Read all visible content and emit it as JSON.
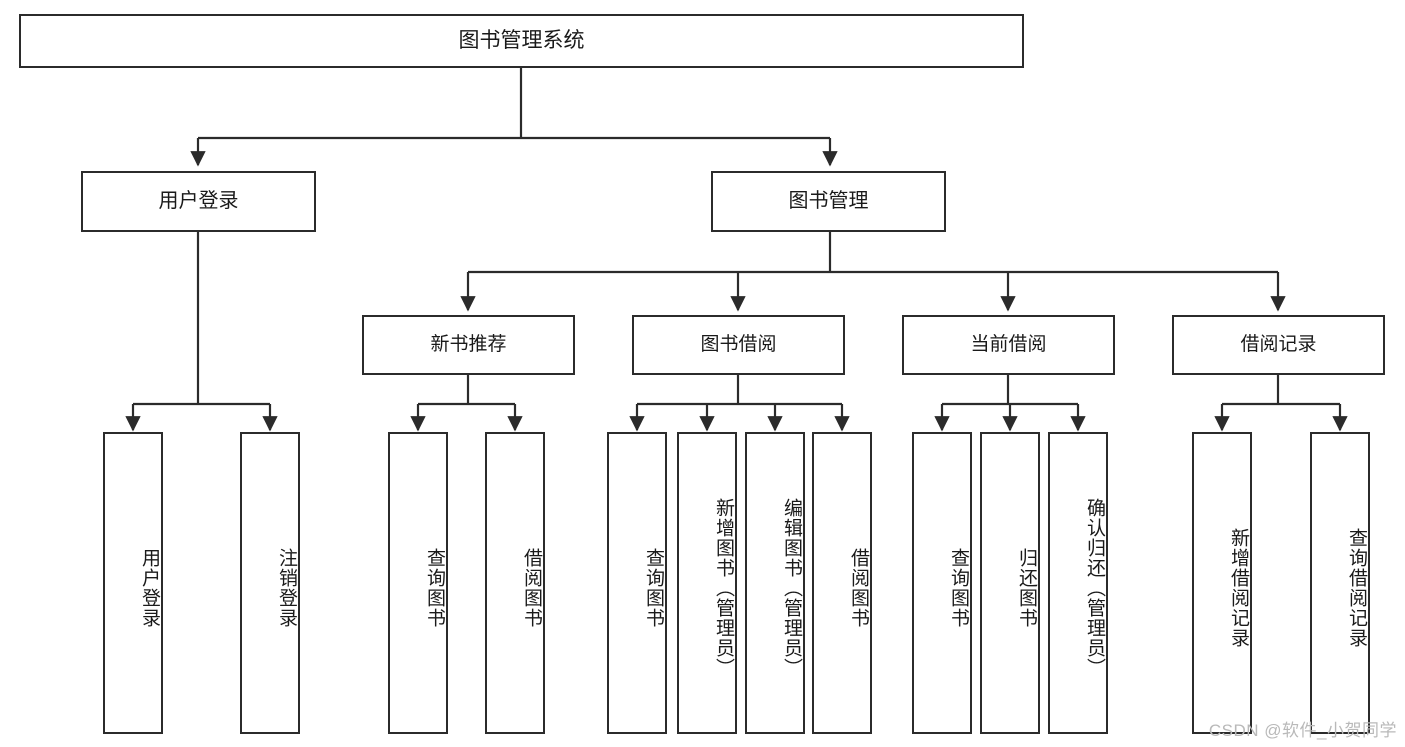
{
  "diagram": {
    "title": "图书管理系统",
    "type": "tree-hierarchy",
    "watermark": "CSDN @软件_小贺同学",
    "colors": {
      "stroke": "#2b2b2b",
      "fill": "#ffffff",
      "text": "#1a1a1a",
      "watermark": "#b9b9b9"
    },
    "root": {
      "label": "图书管理系统"
    },
    "level1": [
      {
        "label": "用户登录"
      },
      {
        "label": "图书管理"
      }
    ],
    "level2": [
      {
        "label": "新书推荐"
      },
      {
        "label": "图书借阅"
      },
      {
        "label": "当前借阅"
      },
      {
        "label": "借阅记录"
      }
    ],
    "leaves": {
      "user_login": [
        {
          "label": "用户登录"
        },
        {
          "label": "注销登录"
        }
      ],
      "new_book_recommend": [
        {
          "label": "查询图书"
        },
        {
          "label": "借阅图书"
        }
      ],
      "book_borrow": [
        {
          "label": "查询图书"
        },
        {
          "label": "新增图书（管理员）"
        },
        {
          "label": "编辑图书（管理员）"
        },
        {
          "label": "借阅图书"
        }
      ],
      "current_borrow": [
        {
          "label": "查询图书"
        },
        {
          "label": "归还图书"
        },
        {
          "label": "确认归还（管理员）"
        }
      ],
      "borrow_record": [
        {
          "label": "新增借阅记录"
        },
        {
          "label": "查询借阅记录"
        }
      ]
    }
  }
}
